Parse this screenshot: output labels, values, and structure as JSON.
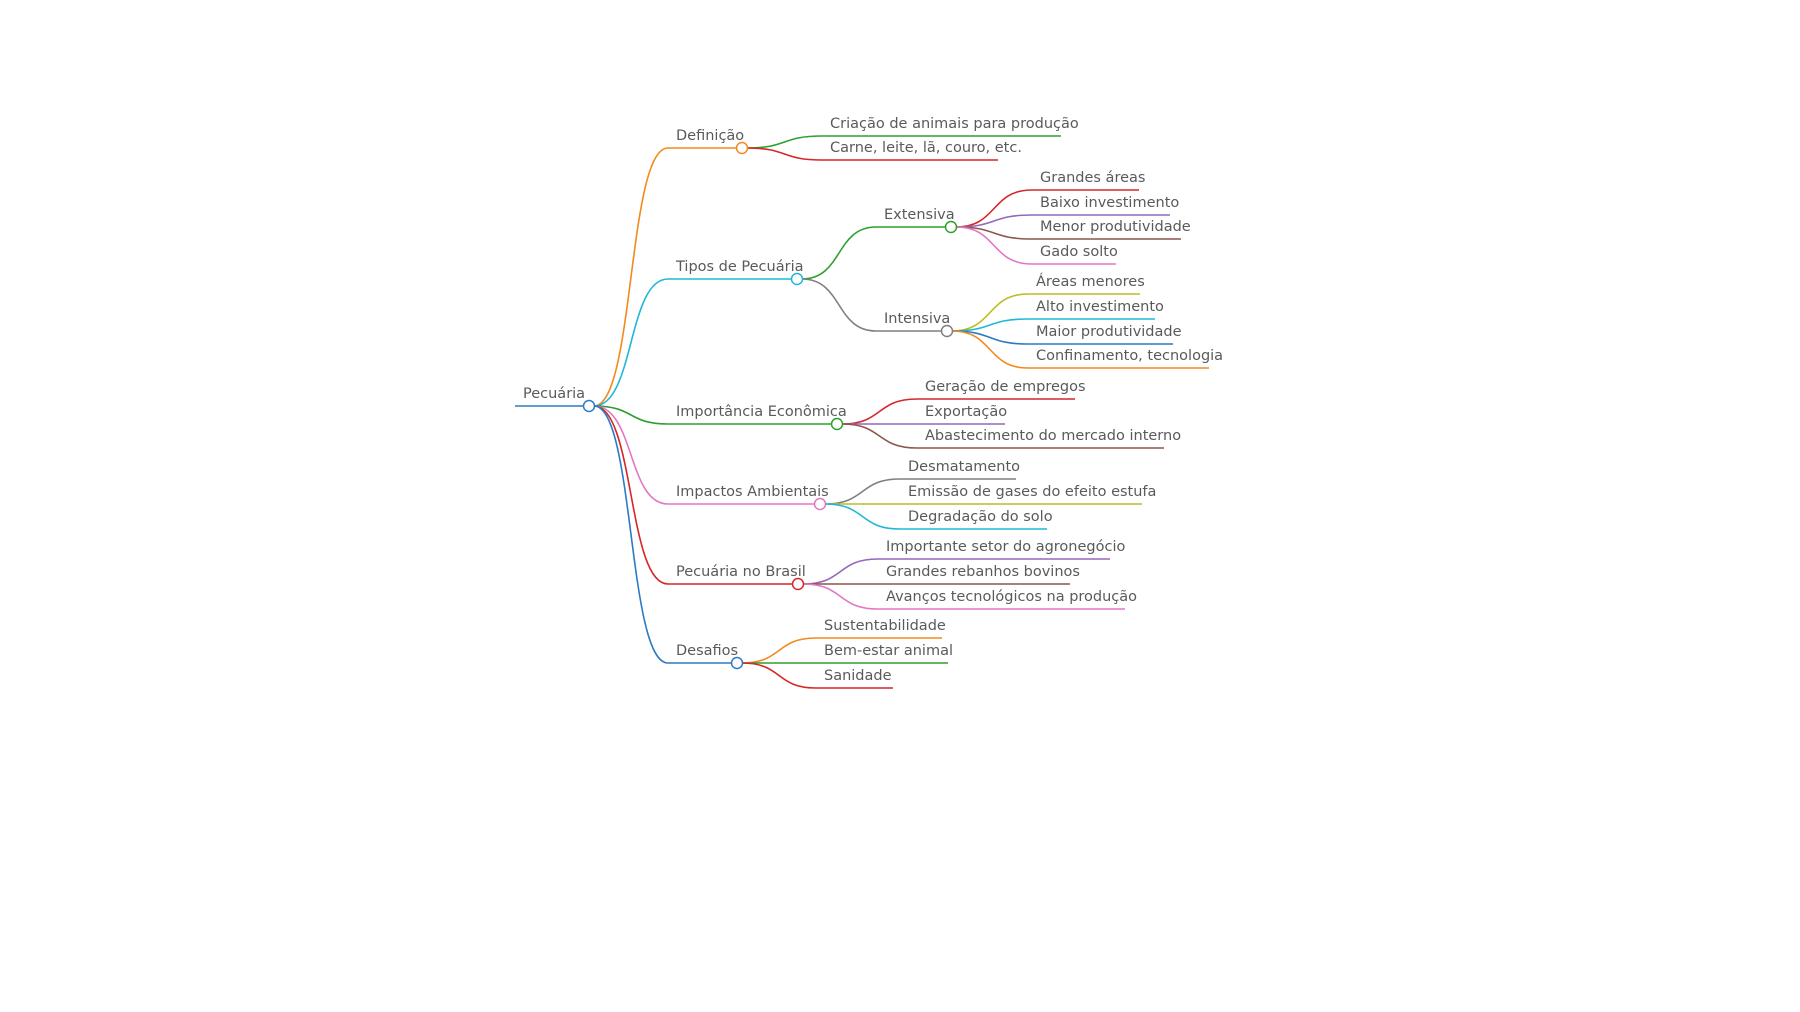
{
  "colors": {
    "blue": "#2c7bc3",
    "orange": "#f28a1e",
    "cyan": "#1fb8d6",
    "green": "#2ca02c",
    "pink": "#e377c2",
    "red": "#d62728",
    "purple": "#9467bd",
    "brown": "#8c564b",
    "gray": "#7f7f7f",
    "olive": "#bcbd22"
  },
  "mindmap": {
    "root": {
      "label": "Pecuária",
      "color": "blue",
      "children": [
        {
          "label": "Definição",
          "color": "orange",
          "children": [
            {
              "label": "Criação de animais para produção",
              "color": "green"
            },
            {
              "label": "Carne, leite, lã, couro, etc.",
              "color": "red"
            }
          ]
        },
        {
          "label": "Tipos de Pecuária",
          "color": "cyan",
          "children": [
            {
              "label": "Extensiva",
              "color": "green",
              "children": [
                {
                  "label": "Grandes áreas",
                  "color": "red"
                },
                {
                  "label": "Baixo investimento",
                  "color": "purple"
                },
                {
                  "label": "Menor produtividade",
                  "color": "brown"
                },
                {
                  "label": "Gado solto",
                  "color": "pink"
                }
              ]
            },
            {
              "label": "Intensiva",
              "color": "gray",
              "children": [
                {
                  "label": "Áreas menores",
                  "color": "olive"
                },
                {
                  "label": "Alto investimento",
                  "color": "cyan"
                },
                {
                  "label": "Maior produtividade",
                  "color": "blue"
                },
                {
                  "label": "Confinamento, tecnologia",
                  "color": "orange"
                }
              ]
            }
          ]
        },
        {
          "label": "Importância Econômica",
          "color": "green",
          "children": [
            {
              "label": "Geração de empregos",
              "color": "red"
            },
            {
              "label": "Exportação",
              "color": "purple"
            },
            {
              "label": "Abastecimento do mercado interno",
              "color": "brown"
            }
          ]
        },
        {
          "label": "Impactos Ambientais",
          "color": "pink",
          "children": [
            {
              "label": "Desmatamento",
              "color": "gray"
            },
            {
              "label": "Emissão de gases do efeito estufa",
              "color": "olive"
            },
            {
              "label": "Degradação do solo",
              "color": "cyan"
            }
          ]
        },
        {
          "label": "Pecuária no Brasil",
          "color": "red",
          "children": [
            {
              "label": "Importante setor do agronegócio",
              "color": "purple"
            },
            {
              "label": "Grandes rebanhos bovinos",
              "color": "brown"
            },
            {
              "label": "Avanços tecnológicos na produção",
              "color": "pink"
            }
          ]
        },
        {
          "label": "Desafios",
          "color": "blue",
          "children": [
            {
              "label": "Sustentabilidade",
              "color": "orange"
            },
            {
              "label": "Bem-estar animal",
              "color": "green"
            },
            {
              "label": "Sanidade",
              "color": "red"
            }
          ]
        }
      ]
    }
  }
}
